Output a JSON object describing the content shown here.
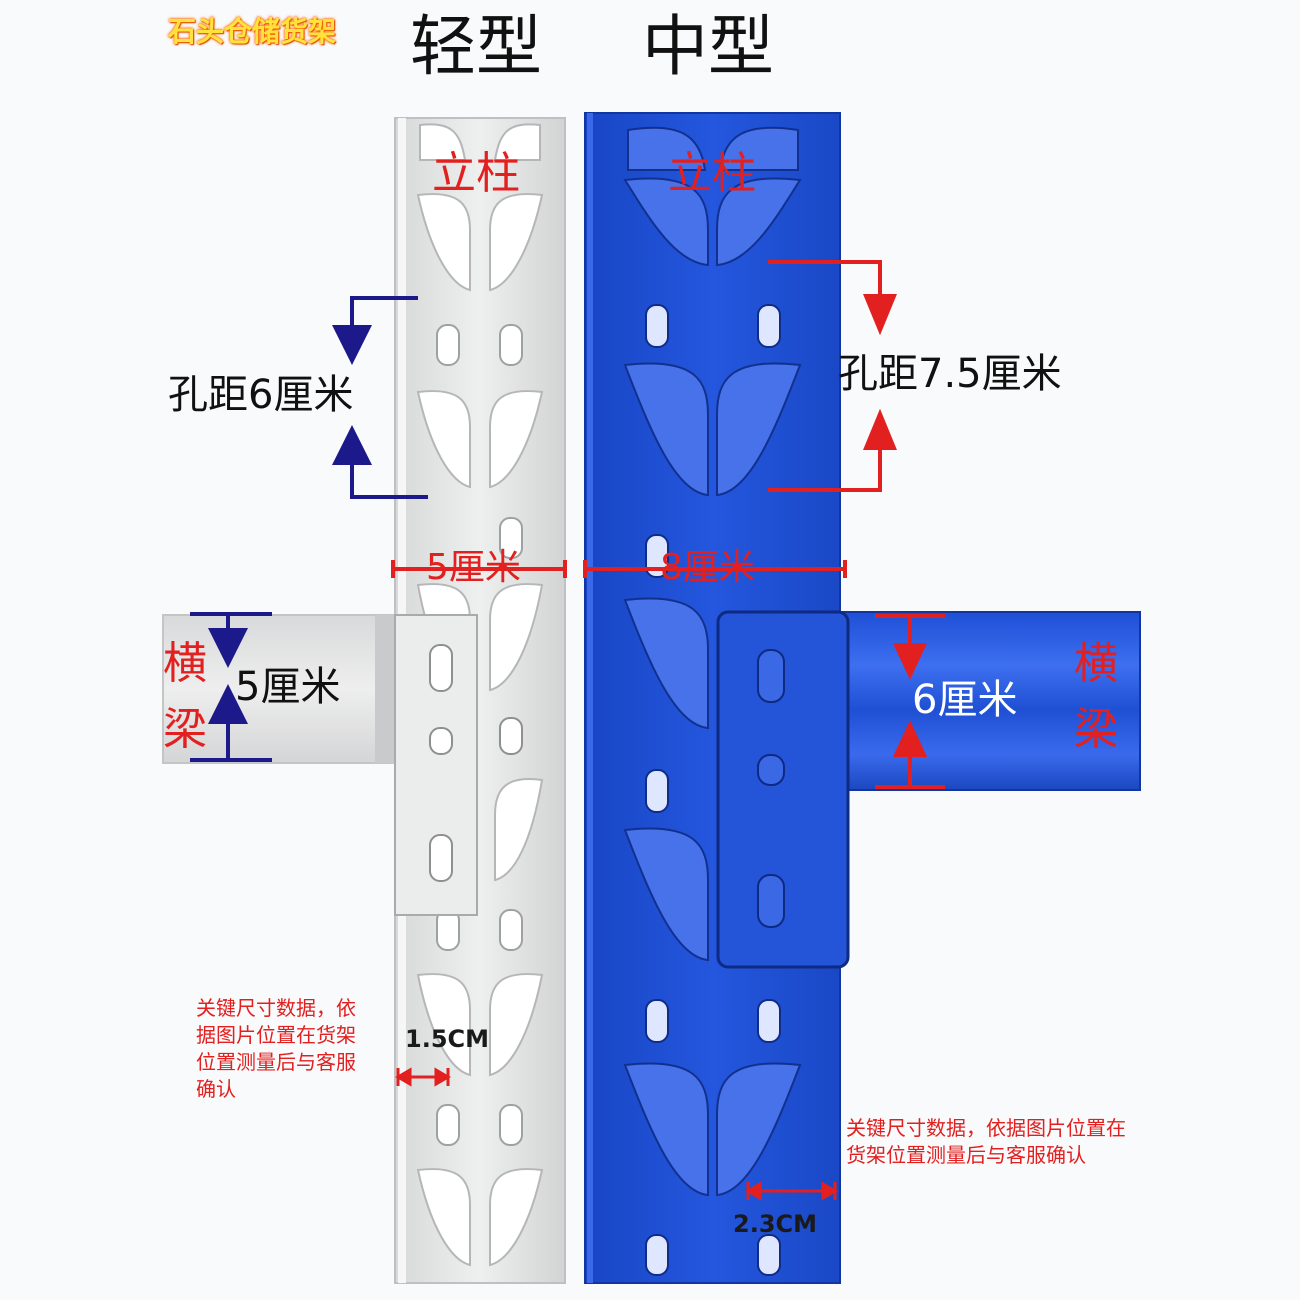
{
  "brand": {
    "text": "石头仓储货架"
  },
  "titles": {
    "light": "轻型",
    "medium": "中型"
  },
  "light_rack": {
    "upright_label": "立柱",
    "hole_spacing_label": "孔距6厘米",
    "width_label": "5厘米",
    "beam_label_1": "横",
    "beam_label_2": "梁",
    "beam_height_label": "5厘米",
    "hole_measure_label": "1.5CM",
    "note": "关键尺寸数据，依据图片位置在货架位置测量后与客服确认",
    "color": "#e4e5e5"
  },
  "medium_rack": {
    "upright_label": "立柱",
    "hole_spacing_label": "孔距7.5厘米",
    "width_label": "8厘米",
    "beam_label_1": "横",
    "beam_label_2": "梁",
    "beam_height_label": "6厘米",
    "hole_measure_label": "2.3CM",
    "note": "关键尺寸数据，依据图片位置在货架位置测量后与客服确认",
    "color": "#1f4fcf"
  },
  "colors": {
    "annotation_red": "#e2201f",
    "arrow_navy": "#1c1a8a"
  }
}
